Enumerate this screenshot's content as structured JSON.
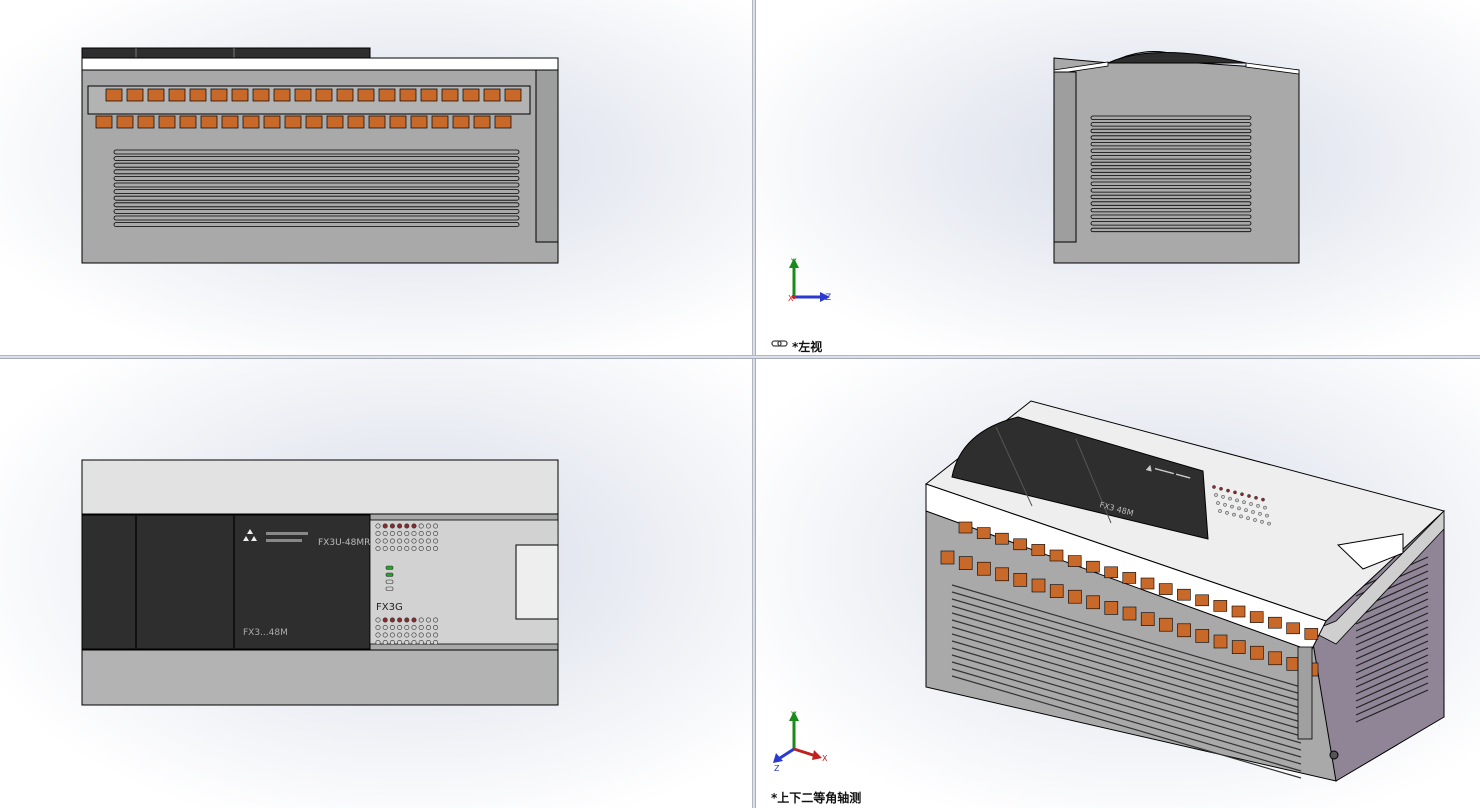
{
  "viewports": {
    "top_left": {
      "label": ""
    },
    "top_right": {
      "label": "*左视",
      "triad": {
        "y": "Y",
        "x": "X",
        "z": "Z"
      }
    },
    "bottom_left": {
      "label": ""
    },
    "bottom_right": {
      "label": "*上下二等角轴测",
      "triad": {
        "y": "Y",
        "x": "X",
        "z": "Z"
      }
    }
  },
  "model": {
    "front_badge_model": "FX3U-48MR",
    "front_series": "FX3G",
    "front_code": "FX3...48M",
    "iso_code": "FX3 48M"
  },
  "colors": {
    "body_gray": "#a9a9a9",
    "cover_dark": "#2e2e2e",
    "terminal_orange": "#c8692a",
    "panel_light": "#e2e2e2"
  }
}
